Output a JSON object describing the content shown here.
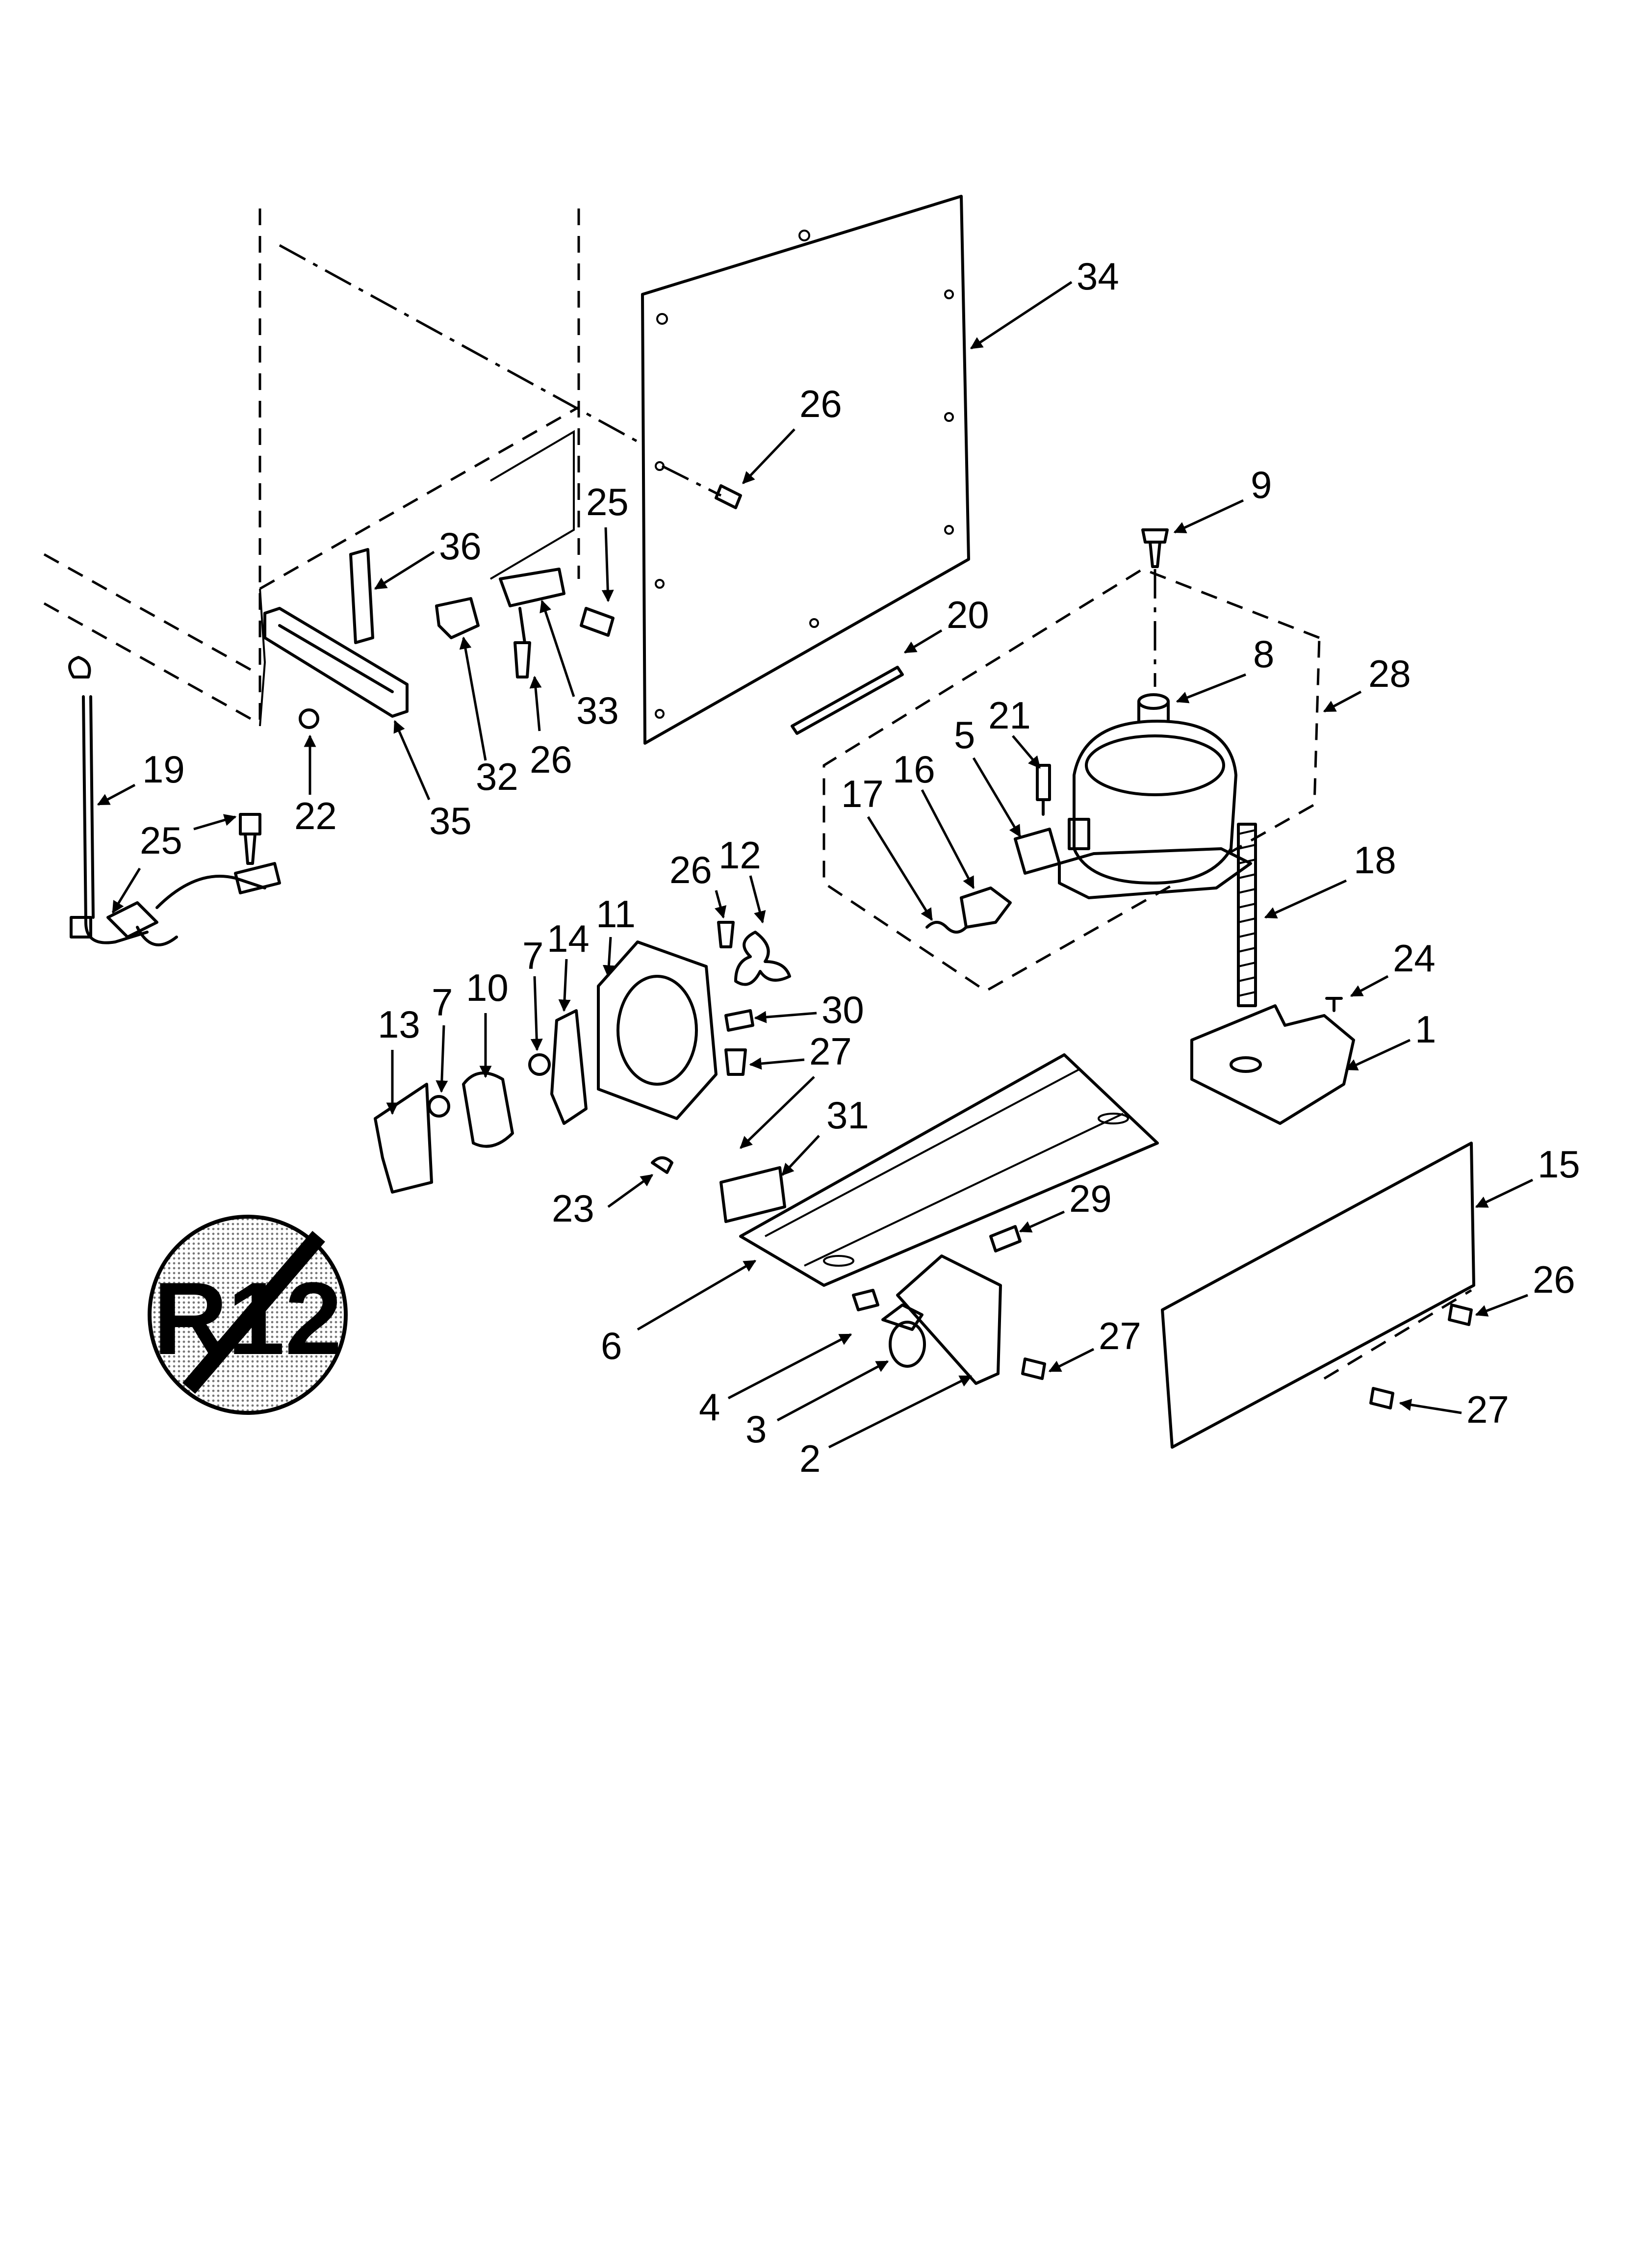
{
  "diagram": {
    "badge": {
      "text": "R12"
    },
    "callouts": [
      "34",
      "26",
      "9",
      "25",
      "36",
      "20",
      "8",
      "28",
      "33",
      "32",
      "26",
      "21",
      "5",
      "16",
      "17",
      "35",
      "22",
      "19",
      "25",
      "26",
      "12",
      "18",
      "24",
      "11",
      "14",
      "7",
      "10",
      "30",
      "13",
      "7",
      "27",
      "1",
      "31",
      "15",
      "23",
      "29",
      "26",
      "6",
      "27",
      "4",
      "3",
      "2",
      "27"
    ]
  }
}
